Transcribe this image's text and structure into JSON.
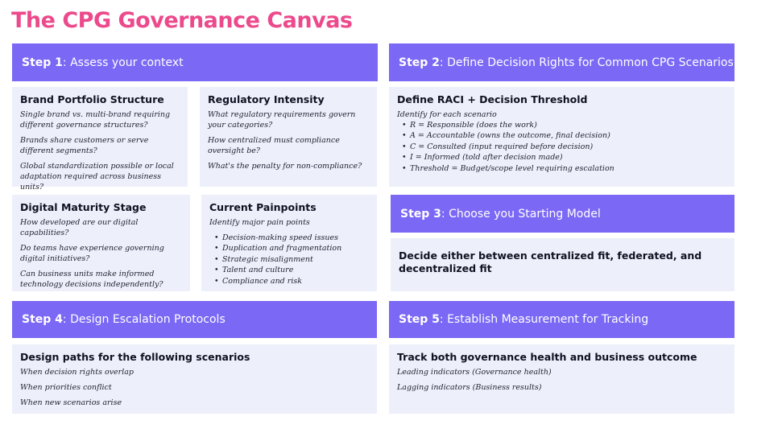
{
  "title": "The CPG Governance Canvas",
  "step1": {
    "label": "Step 1",
    "text": ": Assess your context",
    "brand": {
      "heading": "Brand Portfolio Structure",
      "items": [
        "Single brand vs. multi-brand requiring different governance structures?",
        "Brands share customers or serve different segments?",
        "Global standardization possible or local adaptation required across business units?"
      ]
    },
    "regulatory": {
      "heading": "Regulatory Intensity",
      "items": [
        "What regulatory requirements govern your categories?",
        "How centralized must compliance oversight be?",
        "What's the penalty for non-compliance?"
      ]
    },
    "digital": {
      "heading": "Digital Maturity Stage",
      "items": [
        "How developed are our digital capabilities?",
        "Do teams have experience governing digital initiatives?",
        "Can business units make informed technology decisions independently?"
      ]
    },
    "painpoints": {
      "heading": "Current Painpoints",
      "intro": "Identify major pain points",
      "bullets": [
        "Decision-making speed issues",
        "Duplication and fragmentation",
        "Strategic misalignment",
        "Talent and culture",
        "Compliance and risk"
      ]
    }
  },
  "step2": {
    "label": "Step 2",
    "text": ": Define Decision Rights for Common CPG Scenarios",
    "heading": "Define RACI + Decision Threshold",
    "intro": "Identify for each scenario",
    "bullets": [
      "R = Responsible (does the work)",
      "A = Accountable (owns the outcome, final decision)",
      "C = Consulted (input required before decision)",
      "I = Informed (told after decision made)",
      "Threshold = Budget/scope level requiring escalation"
    ]
  },
  "step3": {
    "label": "Step 3",
    "text": ": Choose you Starting Model",
    "body": "Decide either between centralized fit, federated, and decentralized fit"
  },
  "step4": {
    "label": "Step 4",
    "text": ": Design Escalation Protocols",
    "heading": "Design paths for the following scenarios",
    "items": [
      "When decision rights overlap",
      "When priorities conflict",
      "When new scenarios arise"
    ]
  },
  "step5": {
    "label": "Step 5",
    "text": ": Establish Measurement for Tracking",
    "heading": "Track both governance health and business outcome",
    "items": [
      "Leading indicators (Governance health)",
      "Lagging indicators (Business results)"
    ]
  },
  "colors": {
    "title": "#ec4a8c",
    "header_bg": "#7b68f5",
    "card_bg": "#edf0fb"
  }
}
